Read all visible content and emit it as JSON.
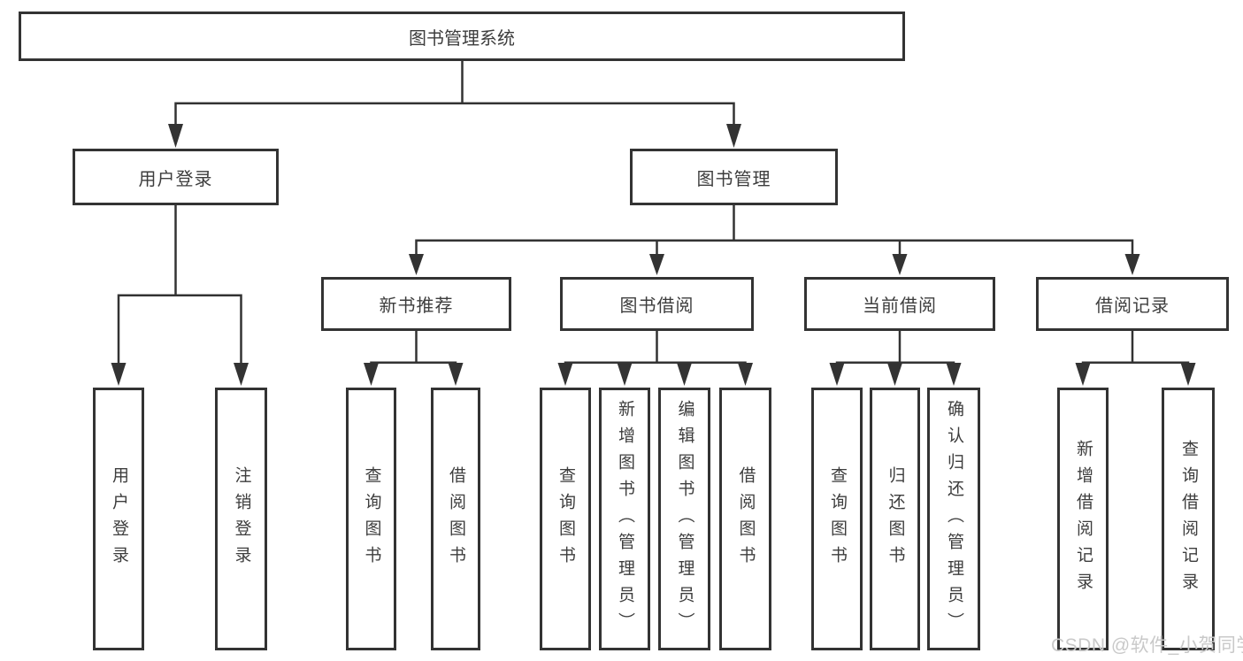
{
  "colors": {
    "line": "#333333",
    "node_border": "#333333",
    "node_text": "#3d3d3d",
    "background": "#ffffff",
    "watermark": "#c9c9c9"
  },
  "watermark": {
    "text": "CSDN @软件_小贺同学"
  },
  "diagram": {
    "type": "hierarchy-tree",
    "root": {
      "label": "图书管理系统",
      "children": [
        {
          "label": "用户登录",
          "children": [
            {
              "label": "用户登录"
            },
            {
              "label": "注销登录"
            }
          ]
        },
        {
          "label": "图书管理",
          "children": [
            {
              "label": "新书推荐",
              "children": [
                {
                  "label": "查询图书"
                },
                {
                  "label": "借阅图书"
                }
              ]
            },
            {
              "label": "图书借阅",
              "children": [
                {
                  "label": "查询图书"
                },
                {
                  "label": "新增图书（管理员）"
                },
                {
                  "label": "编辑图书（管理员）"
                },
                {
                  "label": "借阅图书"
                }
              ]
            },
            {
              "label": "当前借阅",
              "children": [
                {
                  "label": "查询图书"
                },
                {
                  "label": "归还图书"
                },
                {
                  "label": "确认归还（管理员）"
                }
              ]
            },
            {
              "label": "借阅记录",
              "children": [
                {
                  "label": "新增借阅记录"
                },
                {
                  "label": "查询借阅记录"
                }
              ]
            }
          ]
        }
      ]
    }
  }
}
